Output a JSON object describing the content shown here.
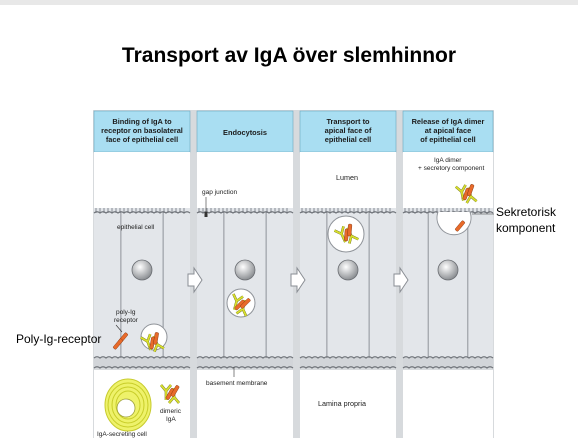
{
  "slide": {
    "title": "Transport av IgA över slemhinnor",
    "callout_left": "Poly-Ig-receptor",
    "callout_right_line1": "Sekretorisk",
    "callout_right_line2": "komponent"
  },
  "figure": {
    "panels": [
      {
        "header_lines": [
          "Binding of IgA to",
          "receptor on basolateral",
          "face of epithelial cell"
        ]
      },
      {
        "header_lines": [
          "Endocytosis"
        ]
      },
      {
        "header_lines": [
          "Transport to",
          "apical face of",
          "epithelial cell"
        ]
      },
      {
        "header_lines": [
          "Release of IgA dimer",
          "at apical face",
          "of epithelial cell"
        ]
      }
    ],
    "labels": {
      "gap_junction": "gap junction",
      "lumen": "Lumen",
      "iga_dimer_line1": "IgA dimer",
      "iga_dimer_line2": "+ secretory component",
      "epithelial_cell": "epithelial cell",
      "poly_ig_line1": "poly-Ig",
      "poly_ig_line2": "receptor",
      "basement_membrane": "basement membrane",
      "lamina_propria": "Lamina propria",
      "dimeric_line1": "dimeric",
      "dimeric_line2": "IgA",
      "iga_secreting_cell": "IgA-secreting cell"
    },
    "colors": {
      "header_fill": "#a9def2",
      "cell_fill": "#e3e6ea",
      "membrane": "#8f9399",
      "receptor": "#e86a2a",
      "antibody": "#d8e02c",
      "plasma_cell": "#eef26a",
      "lamina_fill": "#ffffff"
    }
  }
}
